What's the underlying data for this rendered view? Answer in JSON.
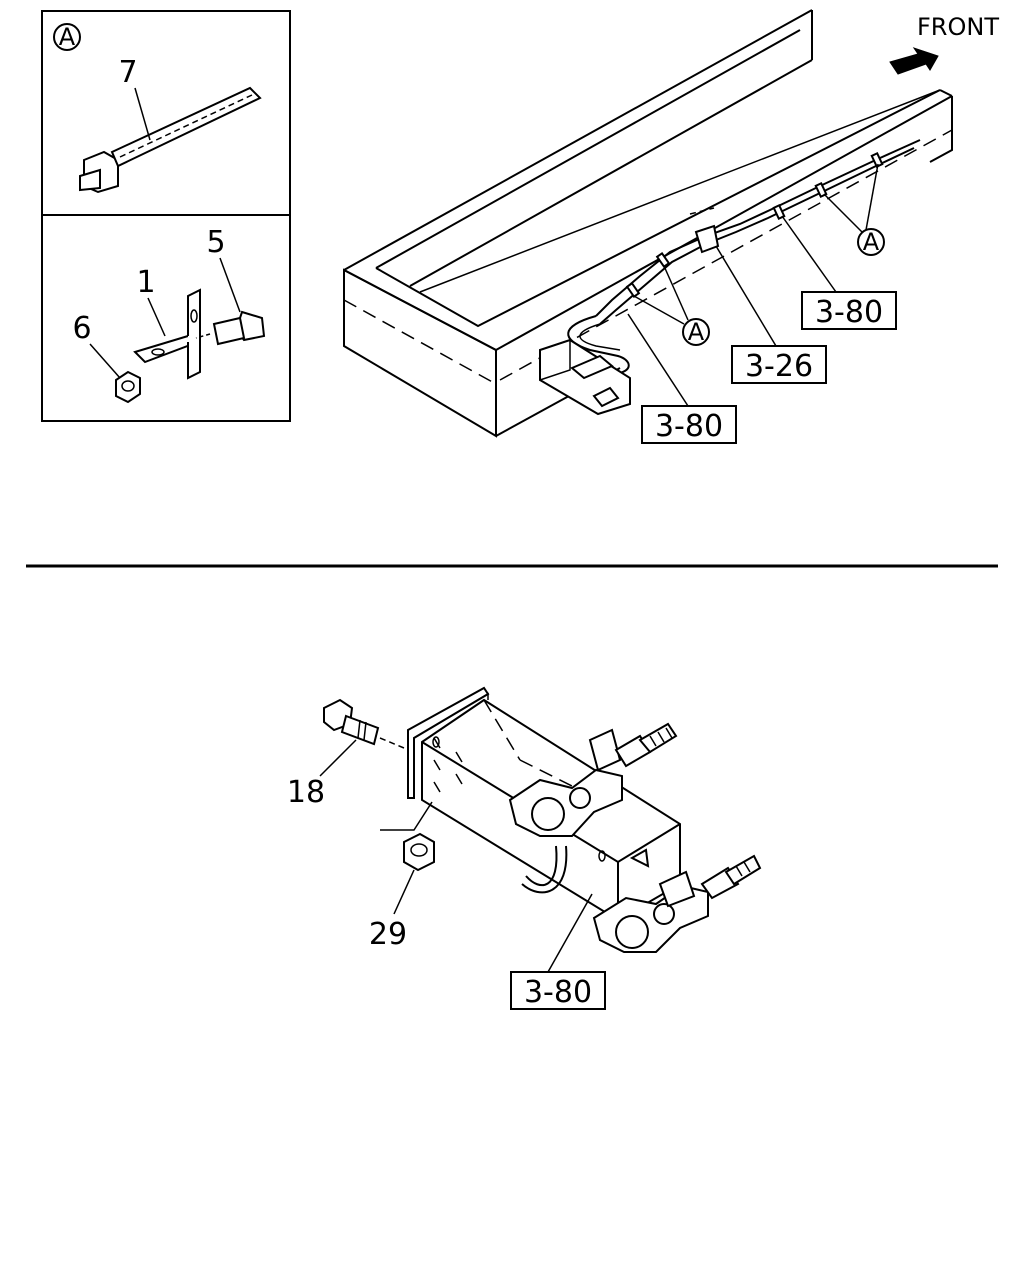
{
  "front_label": "FRONT",
  "detail_marker": "A",
  "callouts": {
    "tie_strap": "7",
    "bracket": "1",
    "bolt_upper": "5",
    "nut_upper": "6",
    "bolt_lower": "18",
    "nut_lower": "29"
  },
  "ref_boxes": {
    "upper_right": "3-80",
    "upper_mid": "3-26",
    "upper_left": "3-80",
    "lower": "3-80"
  },
  "clip_markers": [
    "A",
    "A"
  ]
}
